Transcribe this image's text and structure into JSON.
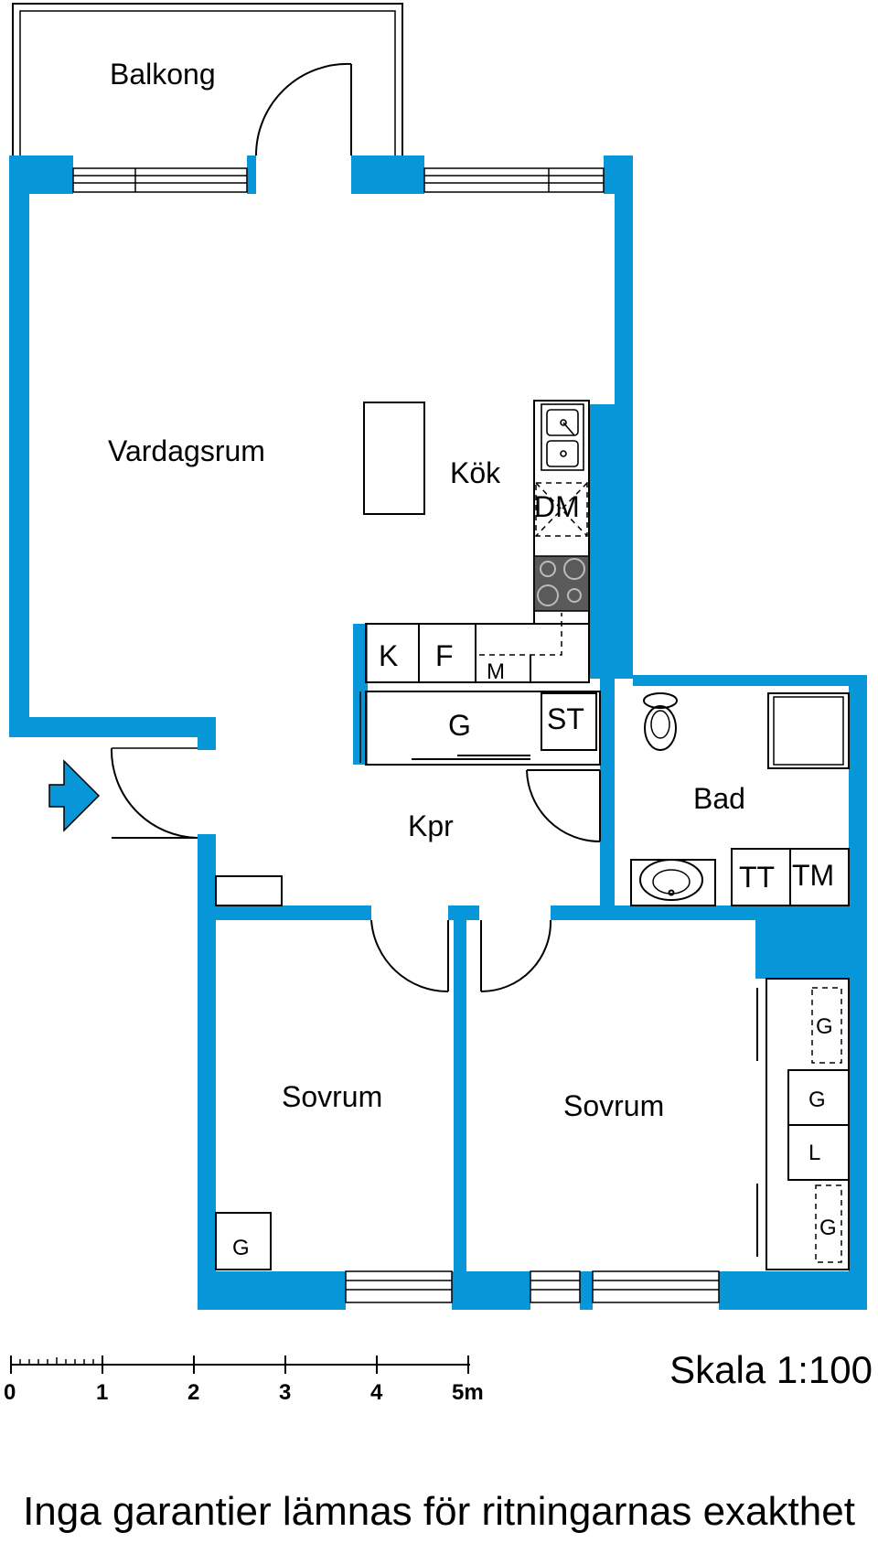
{
  "colors": {
    "wall": "#0796d8",
    "line": "#000000",
    "stove": "#5a5a5a"
  },
  "rooms": {
    "balcony": "Balkong",
    "living": "Vardagsrum",
    "kitchen": "Kök",
    "hall": "Kpr",
    "bath": "Bad",
    "bedroom_left": "Sovrum",
    "bedroom_right": "Sovrum"
  },
  "fixtures": {
    "dishwasher": "DM",
    "fridge": "K",
    "freezer": "F",
    "microwave": "M",
    "hall_wardrobe": "G",
    "storage": "ST",
    "tumble_dryer": "TT",
    "washer": "TM",
    "wardrobe_left": "G",
    "wardrobe_right_1": "G",
    "wardrobe_right_2": "G",
    "linen": "L",
    "wardrobe_right_3": "G"
  },
  "entrance_icon": "entrance-arrow-icon",
  "scale": {
    "ticks": [
      "0",
      "1",
      "2",
      "3",
      "4",
      "5m"
    ],
    "title": "Skala 1:100"
  },
  "disclaimer": "Inga garantier lämnas för ritningarnas exakthet"
}
